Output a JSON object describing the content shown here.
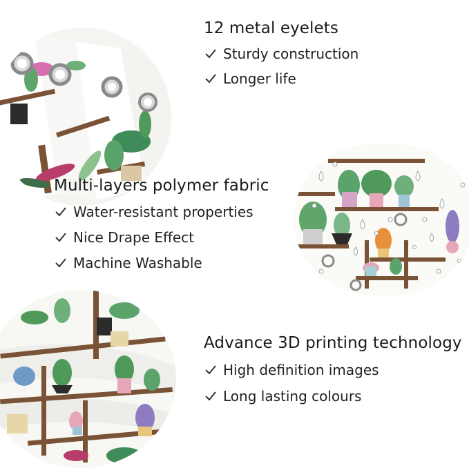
{
  "sections": [
    {
      "title": "12 metal eyelets",
      "features": [
        "Sturdy construction",
        "Longer life"
      ]
    },
    {
      "title": "Multi-layers polymer fabric",
      "features": [
        "Water-resistant properties",
        "Nice Drape Effect",
        "Machine Washable"
      ]
    },
    {
      "title": "Advance 3D printing technology",
      "features": [
        "High definition images",
        "Long lasting colours"
      ]
    }
  ],
  "icons": {
    "feature_marker": "check-icon",
    "photos": [
      "curtain-eyelets-photo",
      "water-drops-fabric-photo",
      "curtain-folds-photo"
    ]
  },
  "colors": {
    "text": "#1a1a1a",
    "shelf_wood": "#7a5336",
    "leaf_green": "#4f9a5a",
    "pot_pink": "#e7a7b8",
    "eyelet_metal": "#9a9a9a"
  }
}
